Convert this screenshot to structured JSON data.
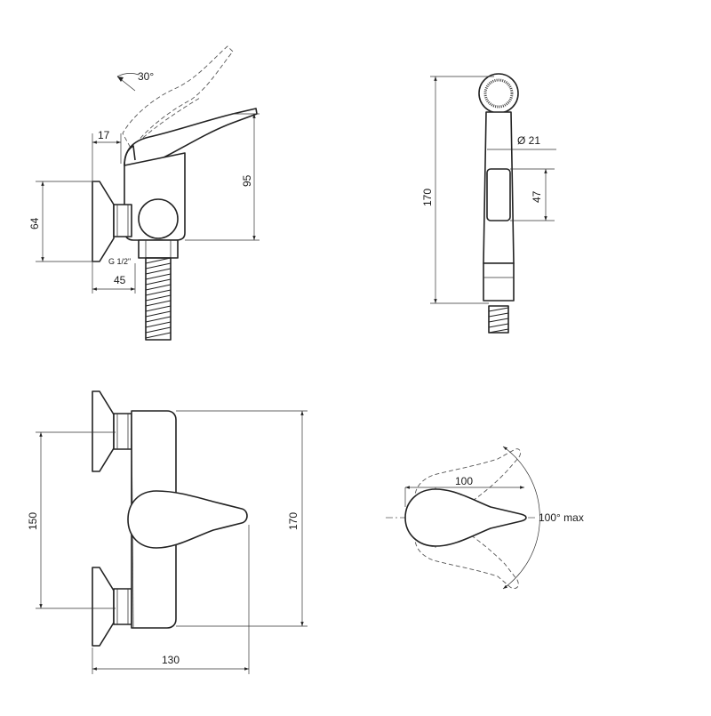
{
  "views": {
    "side": {
      "angle_label": "30°",
      "dim_top": "17",
      "dim_height": "95",
      "dim_left": "64",
      "thread_label": "G 1/2\"",
      "dim_bottom": "45"
    },
    "shower": {
      "dim_length": "170",
      "dim_diameter": "Ø 21",
      "dim_button": "47"
    },
    "front": {
      "dim_left": "150",
      "dim_right": "170",
      "dim_bottom": "130"
    },
    "top": {
      "dim_width": "100",
      "rotation_label": "100° max"
    }
  }
}
